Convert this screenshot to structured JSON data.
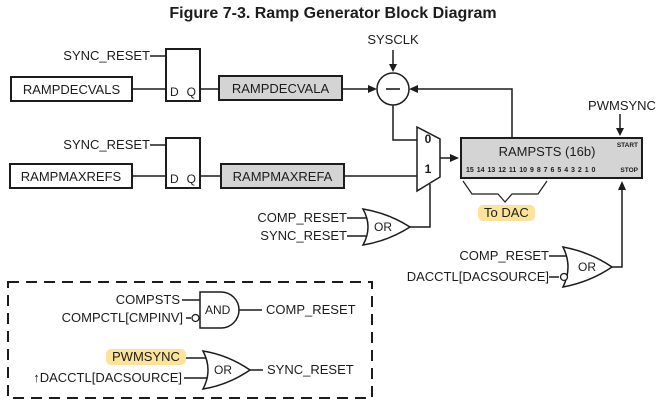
{
  "title": "Figure 7-3. Ramp Generator Block Diagram",
  "signals": {
    "sysclk": "SYSCLK",
    "pwmsync": "PWMSYNC",
    "sync_reset": "SYNC_RESET",
    "comp_reset": "COMP_RESET",
    "dacctl_dacsource": "DACCTL[DACSOURCE]",
    "to_dac": "To DAC",
    "minus": "−"
  },
  "registers": {
    "rampdecvals": "RAMPDECVALS",
    "rampdecvala": "RAMPDECVALA",
    "rampmaxrefs": "RAMPMAXREFS",
    "rampmaxrefa": "RAMPMAXREFA"
  },
  "flipflop": {
    "d": "D",
    "q": "Q"
  },
  "mux": {
    "in0": "0",
    "in1": "1"
  },
  "rampsts": {
    "label": "RAMPSTS (16b)",
    "bits": "15 14 13 12 11 10 9 8 7 6 5 4 3 2 1 0",
    "start": "START",
    "stop": "STOP"
  },
  "gates": {
    "or": "OR",
    "and": "AND"
  },
  "legend": {
    "compsts": "COMPSTS",
    "compctl_cmpinv": "COMPCTL[CMPINV]",
    "comp_reset_out": "COMP_RESET",
    "pwmsync": "PWMSYNC",
    "rising_edge": "↑",
    "dacctl_dacsource": "DACCTL[DACSOURCE]",
    "sync_reset_out": "SYNC_RESET"
  },
  "colors": {
    "shaded_fill": "#d4d4d4",
    "highlight": "#fbe49a",
    "line": "#1c1c1c"
  }
}
